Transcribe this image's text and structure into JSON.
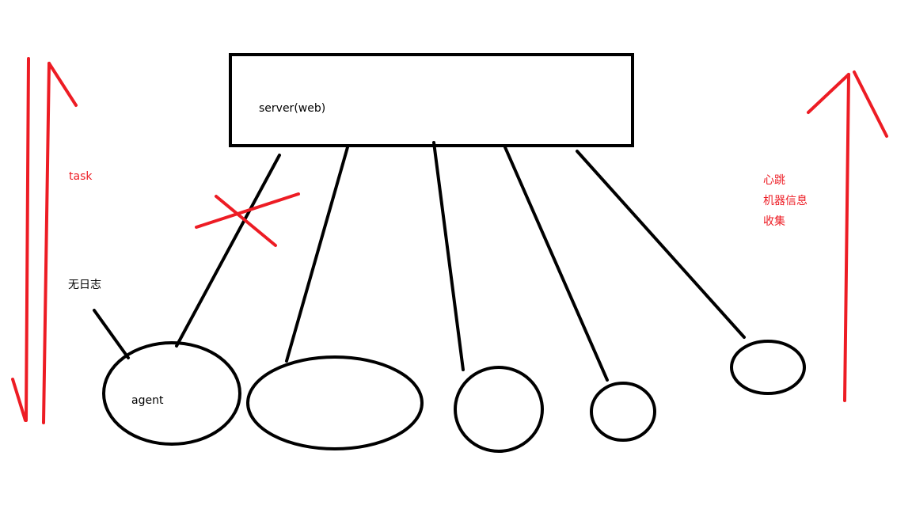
{
  "colors": {
    "ink": "#000000",
    "accent": "#ed1c24",
    "background": "#ffffff"
  },
  "labels": {
    "server": "server(web)",
    "task": "task",
    "no_log": "无日志",
    "agent": "agent",
    "heartbeat": "心跳",
    "machine_info": "机器信息",
    "collect": "收集"
  }
}
